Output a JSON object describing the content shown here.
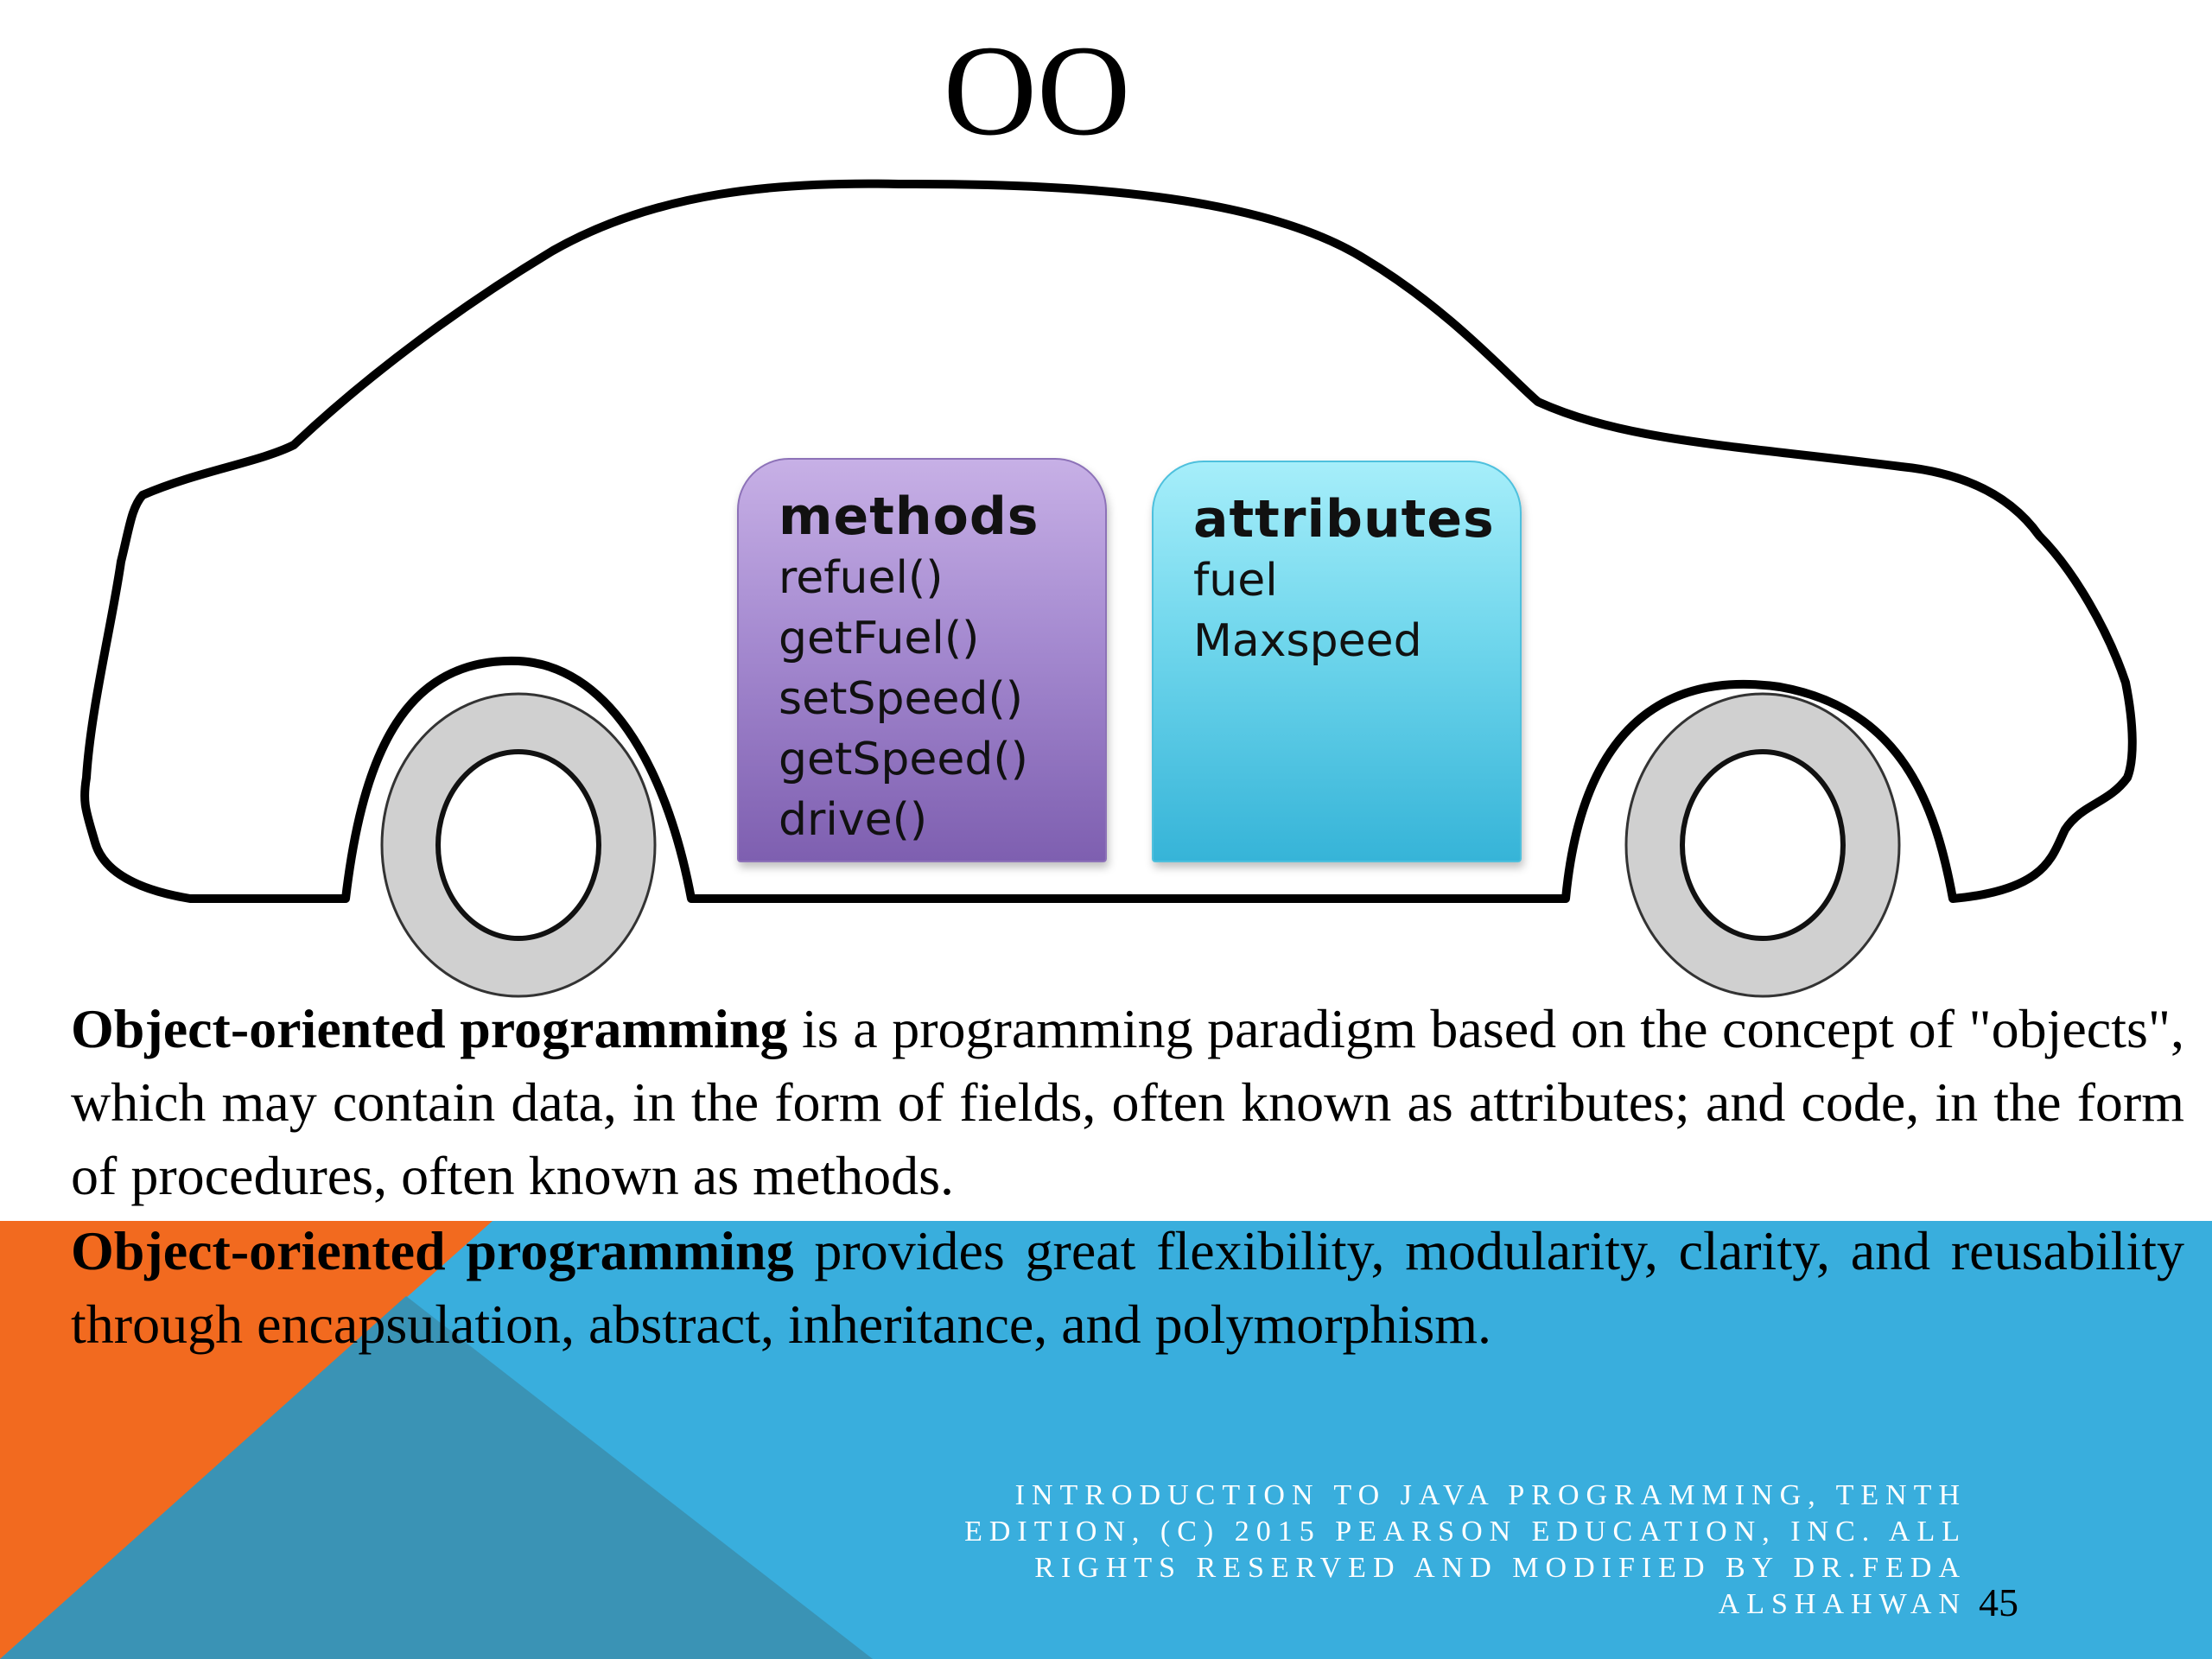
{
  "slide": {
    "title": "OO",
    "page_number": "45",
    "footer": "INTRODUCTION TO JAVA PROGRAMMING, TENTH EDITION, (C) 2015 PEARSON EDUCATION, INC. ALL RIGHTS RESERVED AND MODIFIED BY DR.FEDA ALSHAHWAN"
  },
  "diagram": {
    "methods": {
      "heading": "methods",
      "items": [
        "refuel()",
        "getFuel()",
        "setSpeed()",
        "getSpeed()",
        "drive()"
      ]
    },
    "attributes": {
      "heading": "attributes",
      "items": [
        "fuel",
        "Maxspeed"
      ]
    }
  },
  "body": {
    "para1_bold": "Object-oriented programming",
    "para1_rest": " is a programming paradigm based on the concept of \"objects\", which may contain data, in the form of fields, often known as attributes; and code, in the form of procedures, often known as methods.",
    "para2_bold": "Object-oriented programming",
    "para2_rest": " provides great flexibility, modularity, clarity, and reusability through encapsulation, abstract, inheritance, and polymorphism."
  },
  "colors": {
    "orange": "#f26a1f",
    "blue": "#39aedd",
    "teal": "#3a93b5",
    "methods_box": "#a58ad0",
    "attributes_box": "#6fd6ec"
  }
}
